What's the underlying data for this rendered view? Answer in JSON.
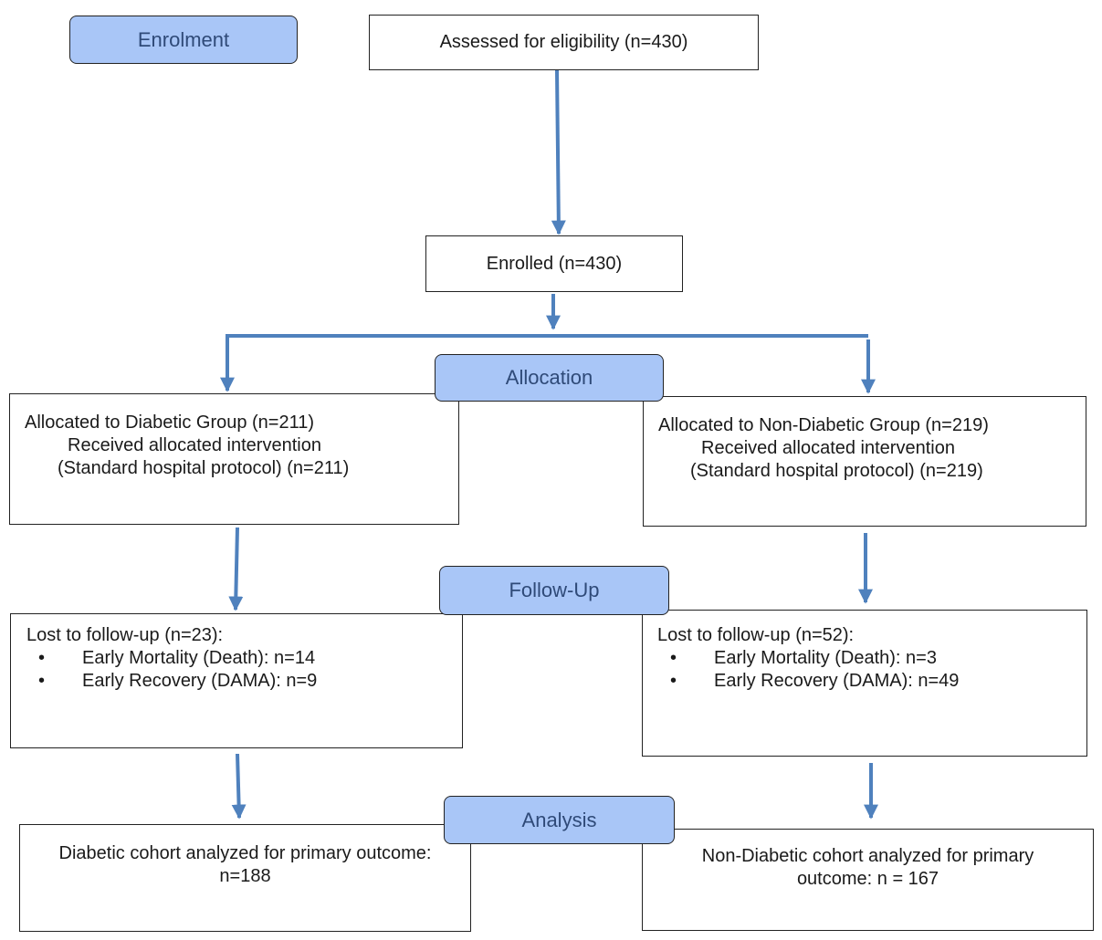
{
  "stages": {
    "enrolment": "Enrolment",
    "allocation": "Allocation",
    "follow_up": "Follow-Up",
    "analysis": "Analysis"
  },
  "assessed": "Assessed for eligibility (n=430)",
  "enrolled": "Enrolled (n=430)",
  "allocation": {
    "diabetic": {
      "line1": "Allocated to Diabetic Group (n=211)",
      "line2": "Received allocated intervention",
      "line3": "(Standard hospital protocol) (n=211)"
    },
    "non_diabetic": {
      "line1": "Allocated to Non-Diabetic Group (n=219)",
      "line2": "Received allocated intervention",
      "line3": "(Standard hospital protocol) (n=219)"
    }
  },
  "follow_up": {
    "diabetic": {
      "heading": "Lost to follow-up  (n=23):",
      "items": [
        "Early Mortality (Death): n=14",
        "Early Recovery (DAMA): n=9"
      ]
    },
    "non_diabetic": {
      "heading": "Lost to follow-up  (n=52):",
      "items": [
        "Early Mortality (Death): n=3",
        "Early Recovery (DAMA): n=49"
      ]
    }
  },
  "analysis": {
    "diabetic": {
      "line1": "Diabetic cohort analyzed for primary outcome:",
      "line2": "n=188"
    },
    "non_diabetic": {
      "line1": "Non-Diabetic cohort analyzed for primary",
      "line2": "outcome: n = 167"
    }
  },
  "colors": {
    "arrow": "#4f81bd",
    "stage_fill": "#a9c6f7",
    "stage_text": "#2f4a78"
  }
}
